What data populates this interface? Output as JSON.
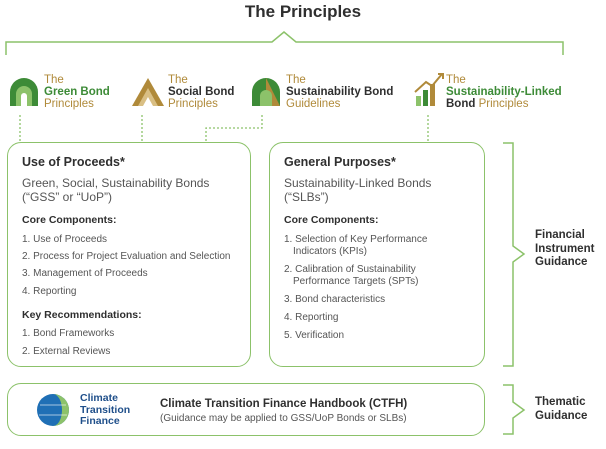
{
  "title": "The Principles",
  "logos": [
    {
      "line1": "The",
      "line2": "Green Bond",
      "line3": "Principles"
    },
    {
      "line1": "The",
      "line2": "Social Bond",
      "line3": "Principles"
    },
    {
      "line1": "The",
      "line2": "Sustainability Bond",
      "line3": "Guidelines"
    },
    {
      "line1": "The",
      "line2": "Sustainability-Linked",
      "line3a": "Bond",
      "line3b": "Principles"
    }
  ],
  "left_box": {
    "title": "Use of Proceeds*",
    "subtitle1": "Green, Social, Sustainability Bonds",
    "subtitle2": "(“GSS” or “UoP”)",
    "core_heading": "Core Components:",
    "core_items": [
      "1. Use of Proceeds",
      "2. Process for Project Evaluation and Selection",
      "3. Management of Proceeds",
      "4. Reporting"
    ],
    "rec_heading": "Key Recommendations:",
    "rec_items": [
      "1. Bond Frameworks",
      "2. External Reviews"
    ]
  },
  "right_box": {
    "title": "General Purposes*",
    "subtitle1": "Sustainability-Linked Bonds",
    "subtitle2": "(“SLBs”)",
    "core_heading": "Core Components:",
    "core_items": [
      [
        "1. Selection of Key Performance",
        "Indicators (KPIs)"
      ],
      [
        "2. Calibration of Sustainability",
        "Performance Targets (SPTs)"
      ],
      [
        "3. Bond characteristics"
      ],
      [
        "4. Reporting"
      ],
      [
        "5. Verification"
      ]
    ]
  },
  "side_labels": {
    "financial": [
      "Financial",
      "Instrument",
      "Guidance"
    ],
    "thematic": [
      "Thematic",
      "Guidance"
    ]
  },
  "ctf": {
    "logo_line1": "Climate",
    "logo_line2": "Transition",
    "logo_line3": "Finance",
    "heading": "Climate Transition Finance Handbook (CTFH)",
    "note": "(Guidance may be applied to GSS/UoP Bonds or SLBs)"
  },
  "colors": {
    "green": "#8cc26a",
    "dark_green": "#3d8b37",
    "gold": "#b08a3a",
    "blue": "#1f6fb5",
    "text": "#2f2f2f"
  }
}
